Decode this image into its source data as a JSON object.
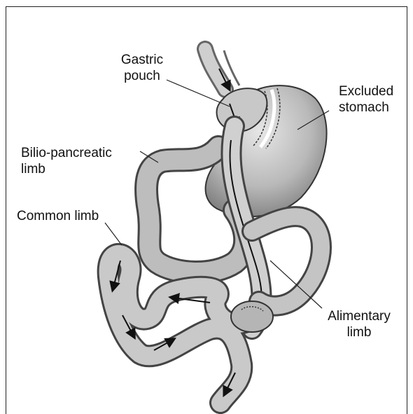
{
  "labels": {
    "gastric_pouch": "Gastric\npouch",
    "excluded_stomach": "Excluded\nstomach",
    "bilio_pancreatic_limb": "Bilio-pancreatic\nlimb",
    "common_limb": "Common limb",
    "alimentary_limb": "Alimentary\nlimb"
  }
}
